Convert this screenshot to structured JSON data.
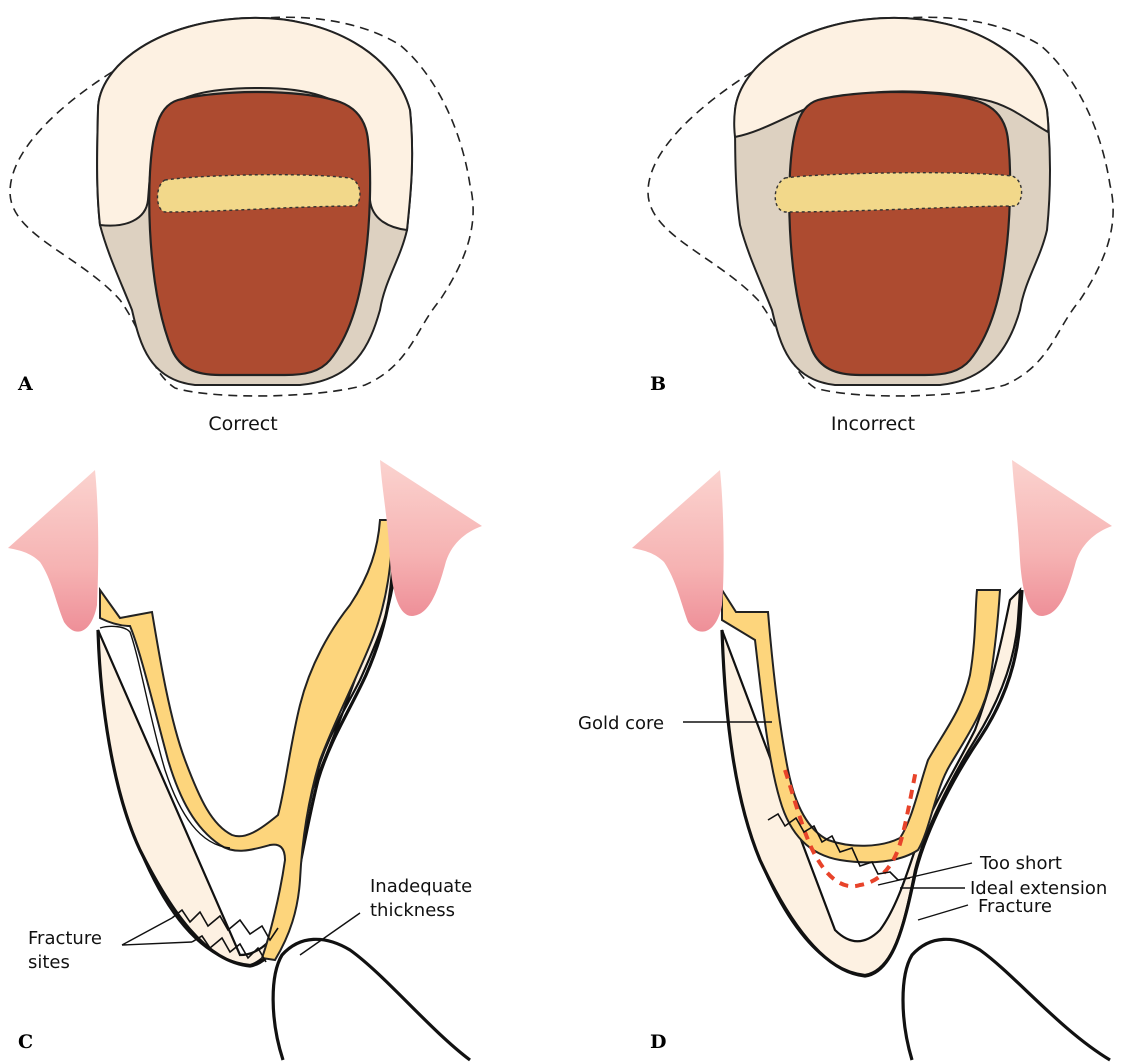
{
  "panels": {
    "a": {
      "letter": "A",
      "caption": "Correct"
    },
    "b": {
      "letter": "B",
      "caption": "Incorrect"
    },
    "c": {
      "letter": "C",
      "labels": {
        "fracture_sites_line1": "Fracture",
        "fracture_sites_line2": "sites",
        "inadequate_line1": "Inadequate",
        "inadequate_line2": "thickness"
      }
    },
    "d": {
      "letter": "D",
      "labels": {
        "gold_core": "Gold core",
        "too_short": "Too short",
        "ideal_extension": "Ideal extension",
        "fracture": "Fracture"
      }
    }
  },
  "colors": {
    "enamel": "#fdf1e2",
    "gingival_band": "#ddd1c1",
    "preparation": "#ad4b30",
    "occlusal_band": "#f2d88a",
    "gold_core": "#fdd57c",
    "gum_tissue": "#f4a9ad",
    "ideal_extension_line": "#e8432a"
  }
}
